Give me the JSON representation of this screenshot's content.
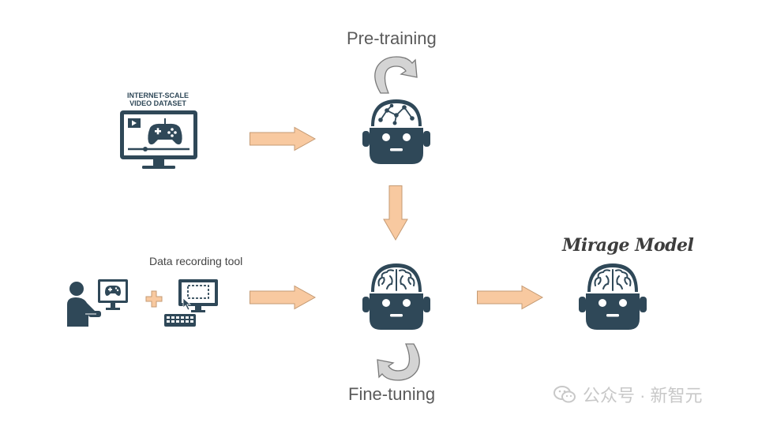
{
  "labels": {
    "pretraining": "Pre-training",
    "finetuning": "Fine-tuning",
    "data_recording_tool": "Data recording tool",
    "model_name": "Mirage Model",
    "dataset_line1": "INTERNET-SCALE",
    "dataset_line2": "VIDEO DATASET"
  },
  "watermark": {
    "text": "公众号 · 新智元"
  },
  "icons": [
    "monitor-gamepad-icon",
    "gamer-person-icon",
    "plus-icon",
    "recording-tool-icon",
    "robot-network-brain-icon",
    "robot-brain-icon",
    "cycle-arrow-icon",
    "flow-arrow-icon",
    "wechat-icon"
  ],
  "colors": {
    "icon_dark": "#2f4858",
    "arrow_fill": "#f8c9a0",
    "arrow_stroke": "#c49a73",
    "cycle_fill": "#d4d4d4",
    "cycle_stroke": "#7a7a7a"
  }
}
